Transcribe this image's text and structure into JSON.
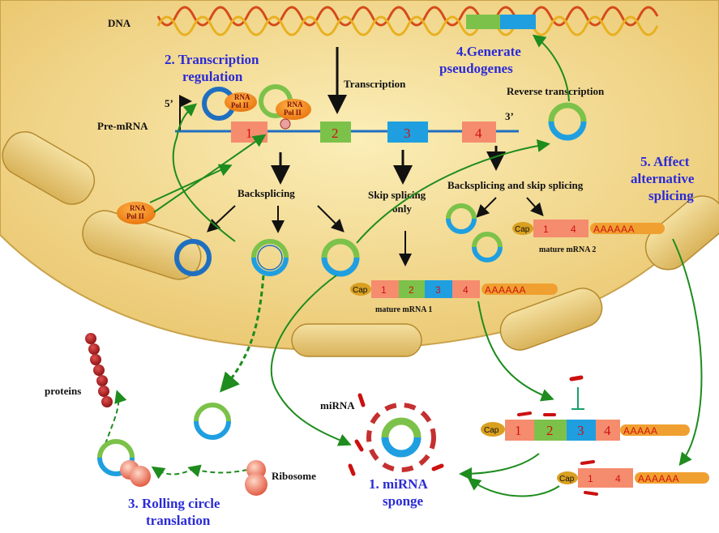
{
  "labels": {
    "dna": "DNA",
    "transcription": "Transcription",
    "reverse_transcription": "Reverse  transcription",
    "pre_mrna": "Pre-mRNA",
    "five_prime": "5’",
    "three_prime": "3’",
    "backsplicing": "Backsplicing",
    "skip_splicing_line1": "Skip splicing",
    "skip_splicing_line2": "only",
    "backsplicing_skip": "Backsplicing and skip splicing",
    "mature_mrna_1": "mature mRNA  1",
    "mature_mrna_2": "mature mRNA  2",
    "proteins": "proteins",
    "ribosome": "Ribosome",
    "mirna": "miRNA",
    "cap": "Cap",
    "polya": "AAAAAA",
    "polya5": "AAAAA",
    "rna_pol_line1": "RNA",
    "rna_pol_line2": "Pol II"
  },
  "functions": {
    "f1_line1": "1. miRNA",
    "f1_line2": "sponge",
    "f2_line1": "2. Transcription",
    "f2_line2": "regulation",
    "f3_line1": "3. Rolling circle",
    "f3_line2": "translation",
    "f4_line1": "4.Generate",
    "f4_line2": "pseudogenes",
    "f5_line1": "5. Affect",
    "f5_line2": "alternative",
    "f5_line3": "splicing"
  },
  "exons": [
    "1",
    "2",
    "3",
    "4"
  ],
  "colors": {
    "exon1": "#f58c6e",
    "exon2": "#7cc24a",
    "exon3": "#1f9fe0",
    "exon4": "#f58c6e",
    "nucleus": "#f3d98a",
    "arrow_green": "#1e8c1e",
    "function_text": "#2b2bd6",
    "exon_text": "#d01010"
  }
}
